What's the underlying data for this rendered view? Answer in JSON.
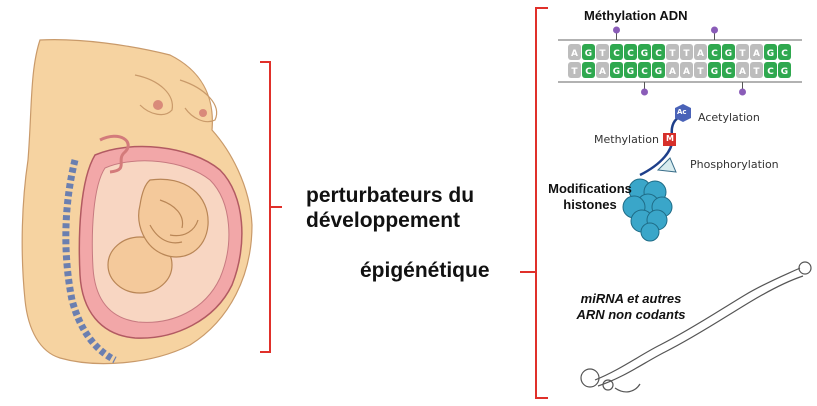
{
  "labels": {
    "perturbateurs_line1": "perturbateurs du",
    "perturbateurs_line2": "développement",
    "epigenetique": "épigénétique",
    "methylation_adn": "Méthylation ADN",
    "acetylation": "Acetylation",
    "methylation": "Methylation",
    "phosphorylation": "Phosphorylation",
    "ac_badge": "Ac",
    "m_badge": "M",
    "modifications_line1": "Modifications",
    "modifications_line2": "histones",
    "mirna_line1": "miRNA et autres",
    "mirna_line2": "ARN non codants"
  },
  "dna": {
    "top_strand": [
      "A",
      "G",
      "T",
      "C",
      "C",
      "G",
      "C",
      "T",
      "T",
      "A",
      "C",
      "G",
      "T",
      "A",
      "G",
      "C"
    ],
    "bottom_strand": [
      "T",
      "C",
      "A",
      "G",
      "G",
      "C",
      "G",
      "A",
      "A",
      "T",
      "G",
      "C",
      "A",
      "T",
      "C",
      "G"
    ]
  },
  "colors": {
    "bracket": "#e0302a",
    "dna_green": "#2fa84f",
    "dna_grey": "#bdbdbd",
    "methyl_purple": "#8a5cb8",
    "histone_teal": "#3aa6c9",
    "skin": "#f6d3a1",
    "uterus": "#f2a7a8"
  }
}
